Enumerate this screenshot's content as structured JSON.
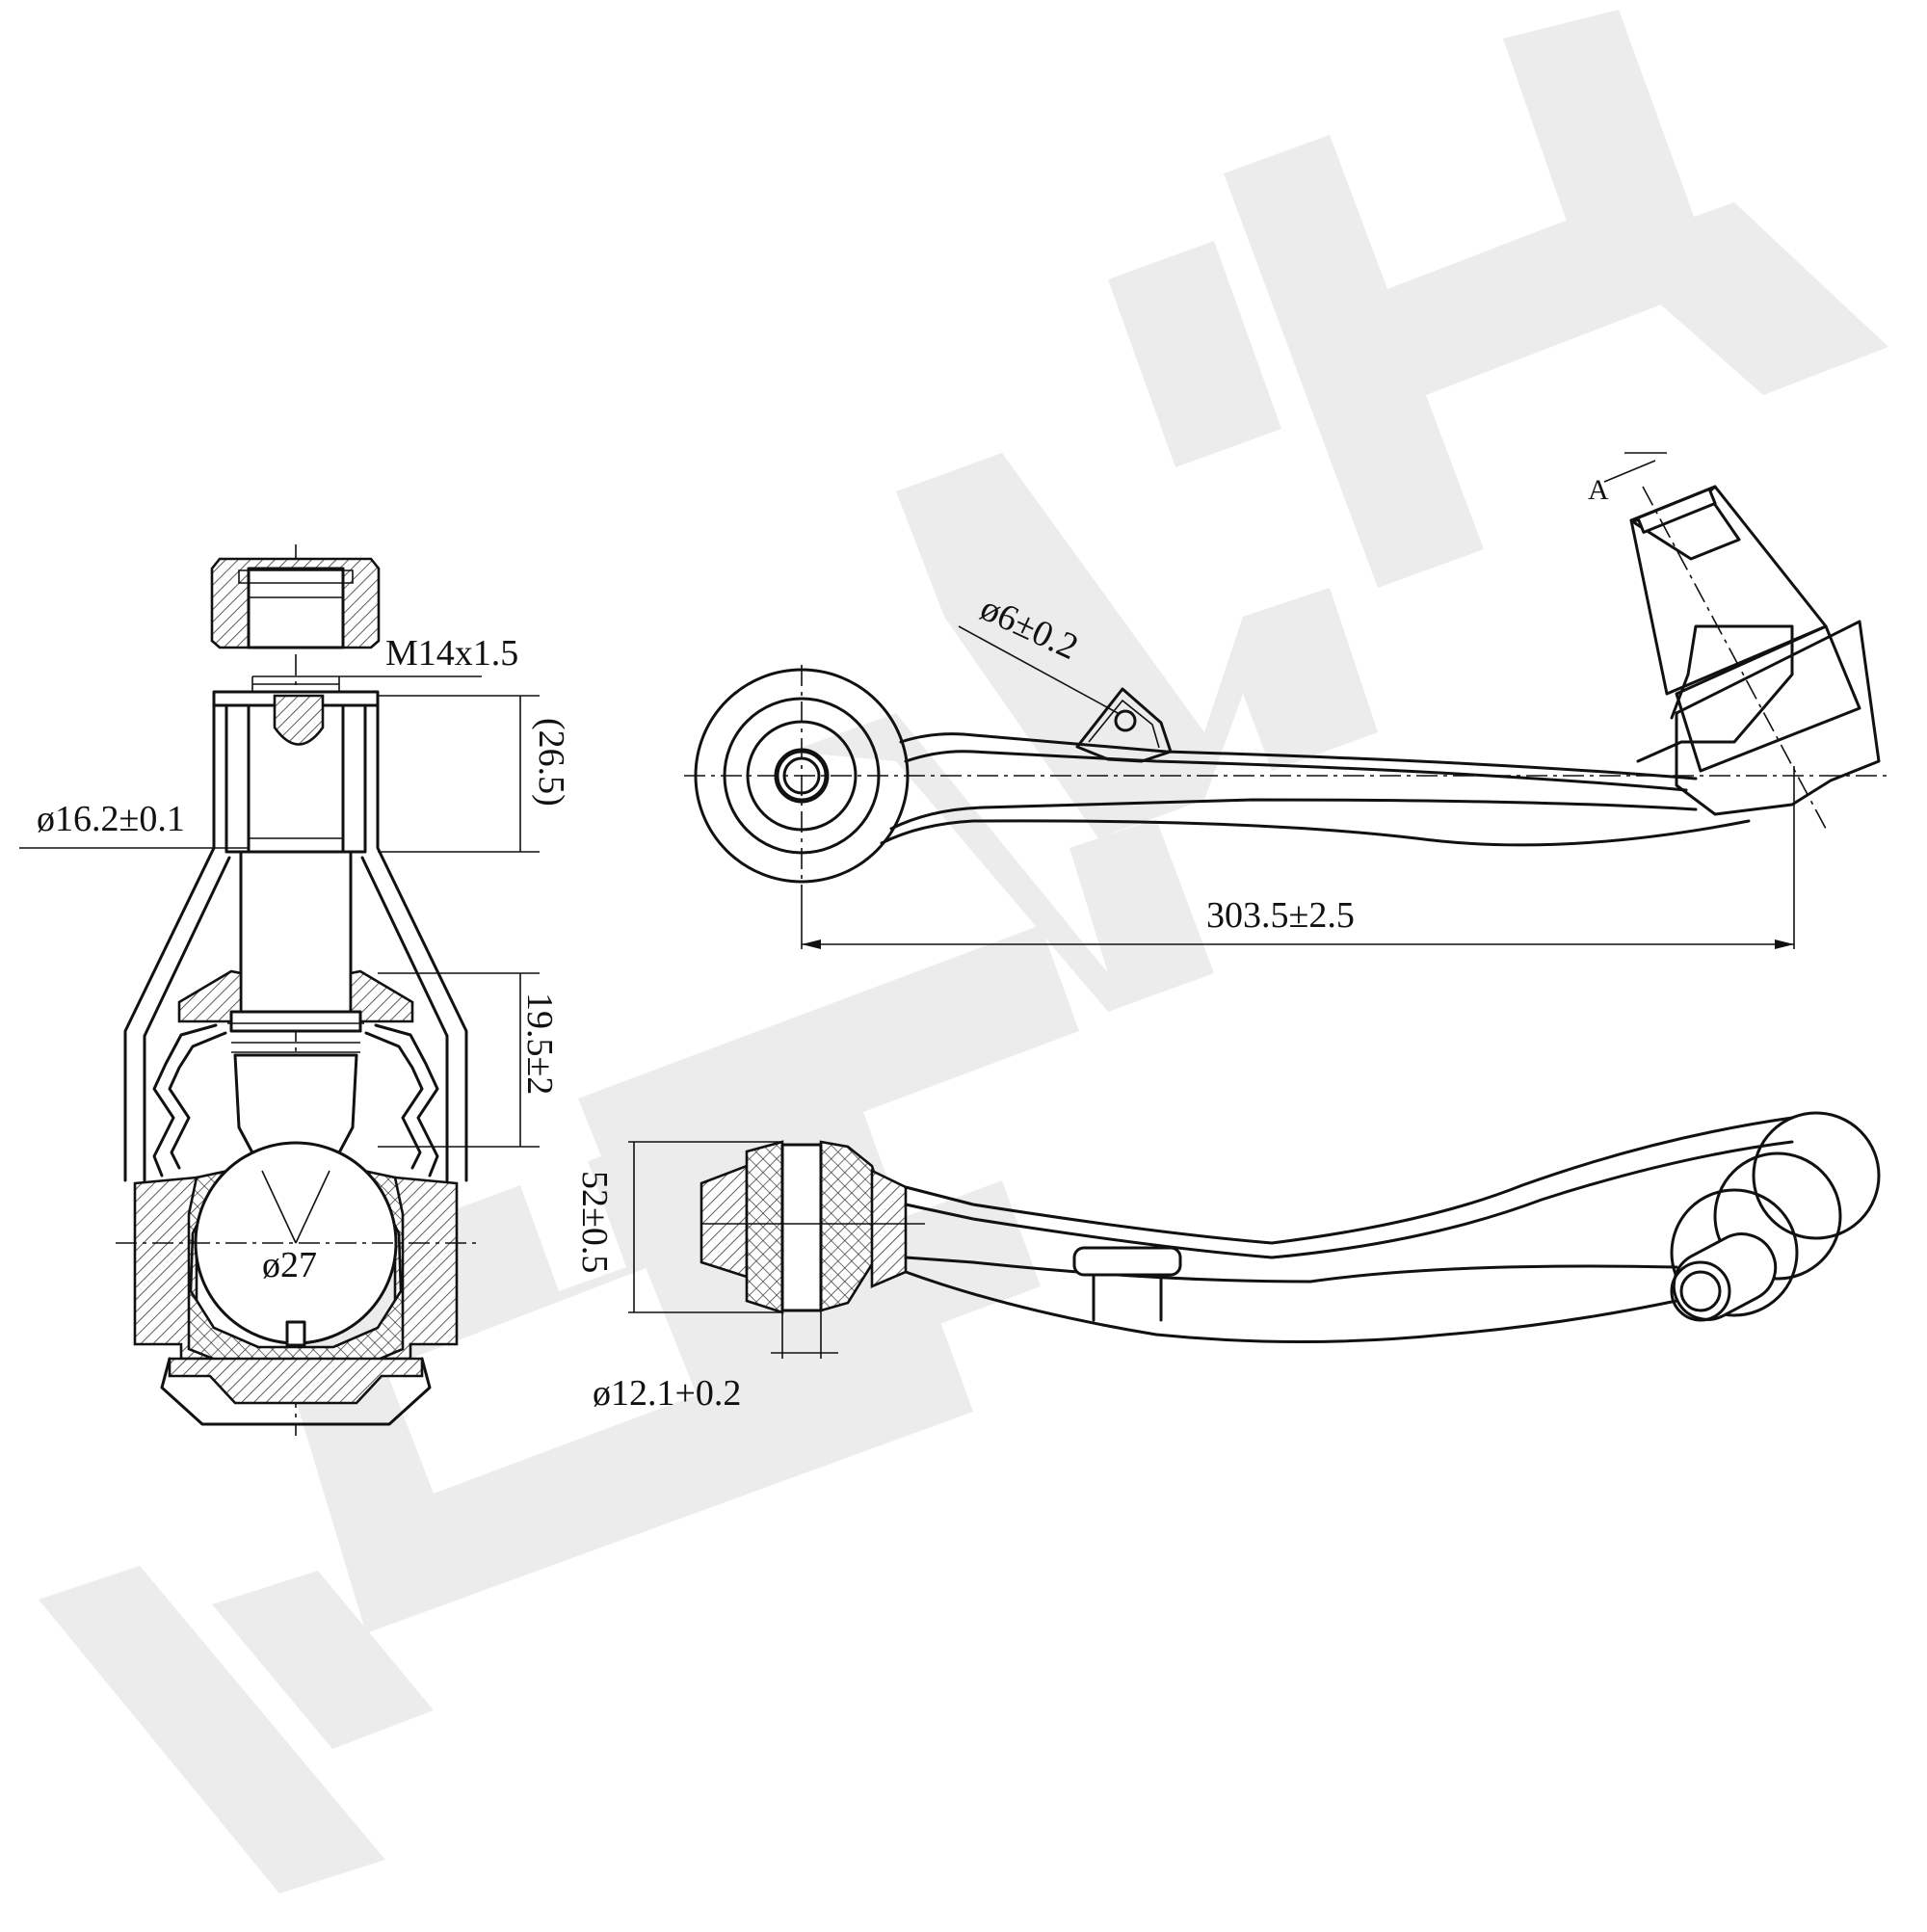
{
  "drawing": {
    "watermark": "ZENWEK",
    "labels": {
      "thread": "M14x1.5",
      "stud_diameter": "ø16.2±0.1",
      "taper_length": "(26.5)",
      "boot_height": "19.5±2",
      "ball_diameter": "ø27",
      "hole_diameter": "ø6±0.2",
      "arm_length": "303.5±2.5",
      "view_marker": "A",
      "bushing_width": "52±0.5",
      "bushing_bore": "ø12.1+0.2"
    }
  }
}
